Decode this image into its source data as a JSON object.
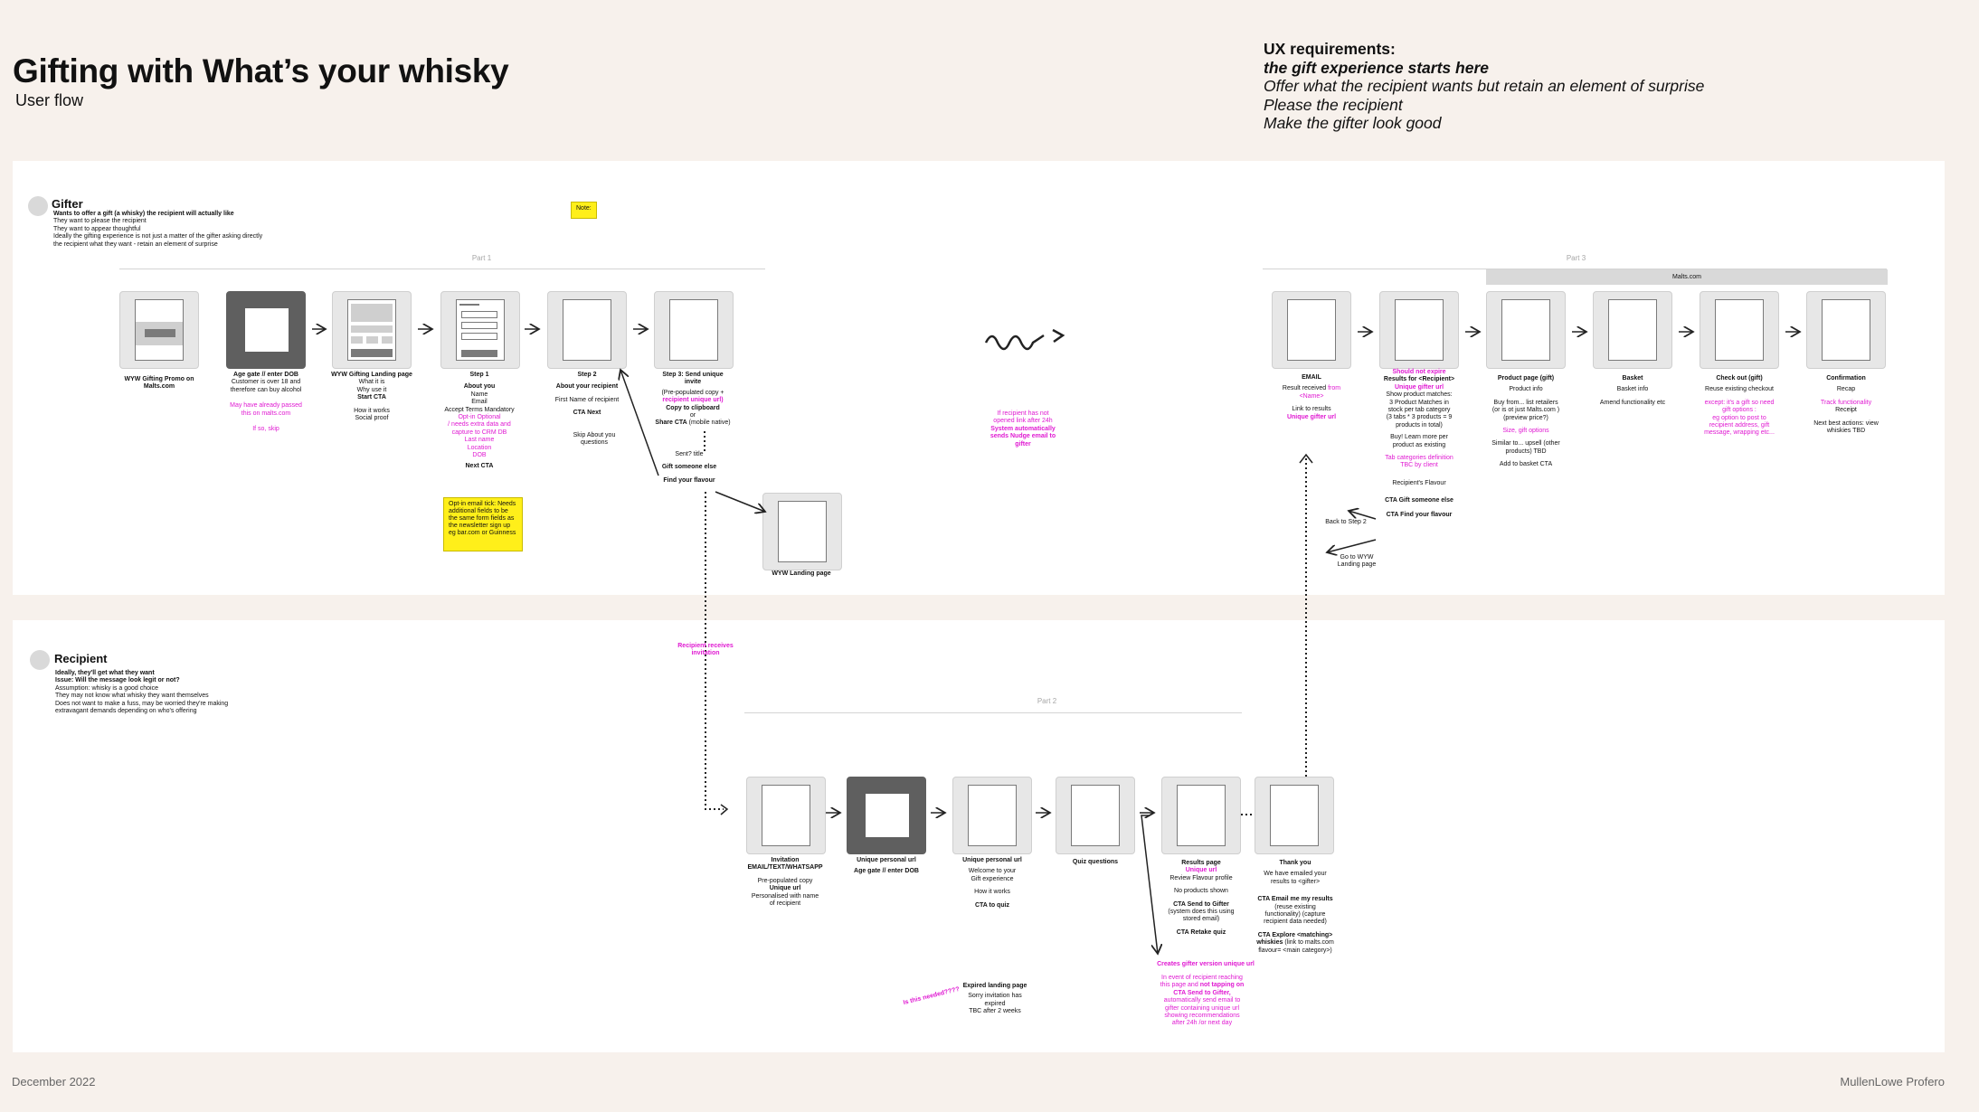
{
  "header": {
    "title": "Gifting with What’s your whisky",
    "subtitle": "User flow"
  },
  "ux": {
    "heading": "UX requirements:",
    "lines": [
      "the gift experience starts here",
      "Offer what the recipient wants but retain an element of surprise",
      "Please the recipient",
      "Make the gifter look good"
    ]
  },
  "gifter": {
    "name": "Gifter",
    "lines": [
      "Wants to offer a gift (a whisky) the recipient will actually like",
      "They want to please the recipient",
      "They want to appear thoughtful",
      "Ideally the gifting experience is not just a matter of the gifter asking directly",
      "the recipient what they want - retain an element of surprise"
    ],
    "note_label": "Note:",
    "optin_note": "Opt-in email tick: Needs additional fields to be the same form fields as the newsletter sign up eg bar.com or Guinness"
  },
  "recipient": {
    "name": "Recipient",
    "lines": [
      "Ideally, they'll get what they want",
      "Issue: Will the message look legit or not?",
      "Assumption: whisky is a good choice",
      "They may not know what whisky they want themselves",
      "Does not want to make a fuss, may be worried they're making",
      "extravagant demands depending on who's offering"
    ]
  },
  "parts": {
    "part1": "Part 1",
    "part2": "Part 2",
    "part3": "Part 3",
    "malts": "Malts.com"
  },
  "captions": {
    "promo": [
      "WYW Gifting Promo on",
      "Malts.com"
    ],
    "agegate": [
      "Age gate // enter DOB",
      "Customer is over 18 and",
      "therefore can buy alcohol",
      "May have already passed",
      "this on malts.com",
      "If so, skip"
    ],
    "landing": [
      "WYW Gifting Landing page",
      "What it is",
      "Why use it",
      "Start CTA",
      "How it works",
      "Social proof"
    ],
    "step1": [
      "Step 1",
      "About you",
      "Name",
      "Email",
      "Accept Terms Mandatory",
      "Opt-in Optional",
      "/ needs extra data and",
      "capture to CRM DB",
      "Last name",
      "Location",
      "DOB",
      "Next CTA"
    ],
    "step2": [
      "Step 2",
      "About your recipient",
      "First Name of recipient",
      "CTA Next",
      "Skip About you",
      "questions"
    ],
    "step3": [
      "Step 3: Send unique",
      "invite",
      "(Pre-populated copy +",
      "recipient unique url)",
      "Copy to clipboard",
      "or",
      "Share CTA",
      "(mobile native)",
      "Sent? title",
      "Gift someone else",
      "Find your flavour"
    ],
    "wywlanding": "WYW  Landing page",
    "nudge": [
      "If recipient has not",
      "opened link after 24h",
      "System automatically",
      "sends Nudge email to",
      "gifter"
    ],
    "receives": [
      "Recipient receives",
      "invitation"
    ],
    "email": [
      "EMAIL",
      "Result received",
      "from",
      "<Name>",
      "Link to results",
      "Unique gifter url"
    ],
    "results_recipient": [
      "Should not expire",
      "Results for <Recipient>",
      "Unique gifter url",
      "Show product matches:",
      "3 Product Matches in",
      "stock per tab category",
      "(3 tabs * 3 products = 9",
      "products in total)",
      "Buy! Learn more per",
      "product as existing",
      "Tab categories definition",
      "TBC by client",
      "Recipient's Flavour",
      "CTA Gift someone else",
      "CTA Find your flavour",
      "Back to Step 2",
      "Go to WYW",
      "Landing page"
    ],
    "product": [
      "Product page (gift)",
      "Product info",
      "Buy from... list retailers",
      "(or is ot just Malts.com )",
      "(preview price?)",
      "Size, gift options",
      "Similar to... upsell (other",
      "products) TBD",
      "Add to basket CTA"
    ],
    "basket": [
      "Basket",
      "Basket info",
      "Amend functionality etc"
    ],
    "checkout": [
      "Check out (gift)",
      "Reuse existing checkout",
      "except: it's a gift so need",
      "gift options :",
      "eg option to post to",
      "recipient address, gift",
      "message, wrapping etc..."
    ],
    "confirmation": [
      "Confirmation",
      "Recap",
      "Track functionality",
      "Receipt",
      "Next best actions: view",
      "whiskies TBD"
    ],
    "invitation": [
      "Invitation",
      "EMAIL/TEXT/WHATSAPP",
      "Pre-populated copy",
      "Unique url",
      "Personalised with name",
      "of recipient"
    ],
    "unique_age": [
      "Unique personal url",
      "Age gate // enter DOB"
    ],
    "unique_welcome": [
      "Unique personal url",
      "Welcome to your",
      "Gift experience",
      "How it works",
      "CTA to quiz"
    ],
    "quiz": [
      "Quiz questions"
    ],
    "results_page": [
      "Results page",
      "Unique url",
      "Review Flavour profile",
      "No products shown",
      "CTA Send to Gifter",
      "(system does this using",
      "stored email)",
      "CTA Retake quiz",
      "Creates gifter version unique url",
      "In event of recipient reaching",
      "this page and",
      "not tapping on",
      "CTA Send to Gifter,",
      "automatically send email to",
      "gifter containing unique url",
      "showing recommendations",
      "after 24h /or next day"
    ],
    "thankyou": [
      "Thank you",
      "We have emailed your",
      "results to <gifter>",
      "CTA Email me my results",
      "(reuse existing",
      "functionality) (capture",
      "recipient data needed)",
      "CTA Explore <matching>",
      "whiskies",
      "(link to malts.com",
      "flavour= <main category>)"
    ],
    "expired": [
      "Expired landing page",
      "Sorry invitation has",
      "expired",
      "TBC after 2 weeks",
      "Is this needed????"
    ]
  },
  "footer": {
    "date": "December 2022",
    "brand": "MullenLowe Profero"
  }
}
